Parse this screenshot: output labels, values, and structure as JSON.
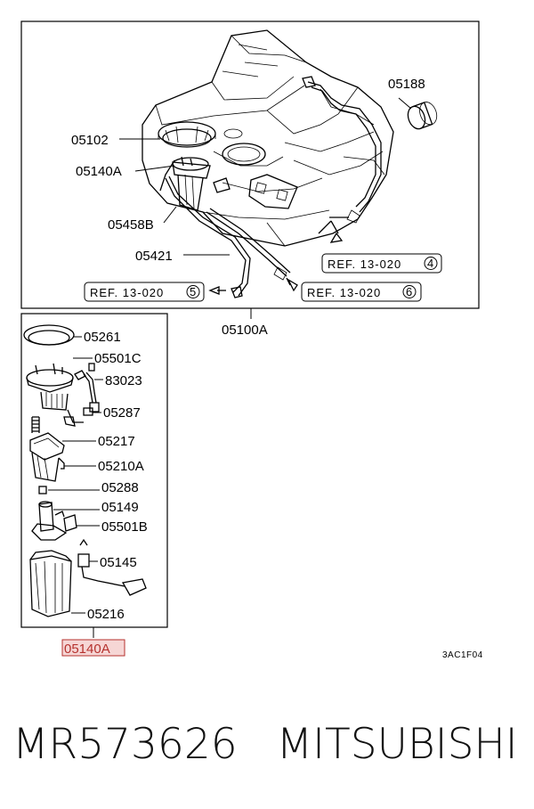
{
  "upper_group": {
    "assembly_label": "05100A",
    "parts": {
      "p05188": "05188",
      "p05102": "05102",
      "p05140A": "05140A",
      "p05458B": "05458B",
      "p05421": "05421"
    },
    "refs": [
      {
        "text": "REF. 13-020",
        "number": "4"
      },
      {
        "text": "REF. 13-020",
        "number": "5"
      },
      {
        "text": "REF. 13-020",
        "number": "6"
      }
    ]
  },
  "lower_group": {
    "assembly_label": "05140A",
    "parts": {
      "p05261": "05261",
      "p05501C": "05501C",
      "p83023": "83023",
      "p05287": "05287",
      "p05217": "05217",
      "p05210A": "05210A",
      "p05288": "05288",
      "p05149": "05149",
      "p05501B": "05501B",
      "p05145": "05145",
      "p05216": "05216"
    }
  },
  "diagram_code": "3AC1F04",
  "footer": {
    "part_number": "MR573626",
    "brand": "MITSUBISHI"
  },
  "colors": {
    "highlight": "#b5322e",
    "ink": "#000000"
  }
}
